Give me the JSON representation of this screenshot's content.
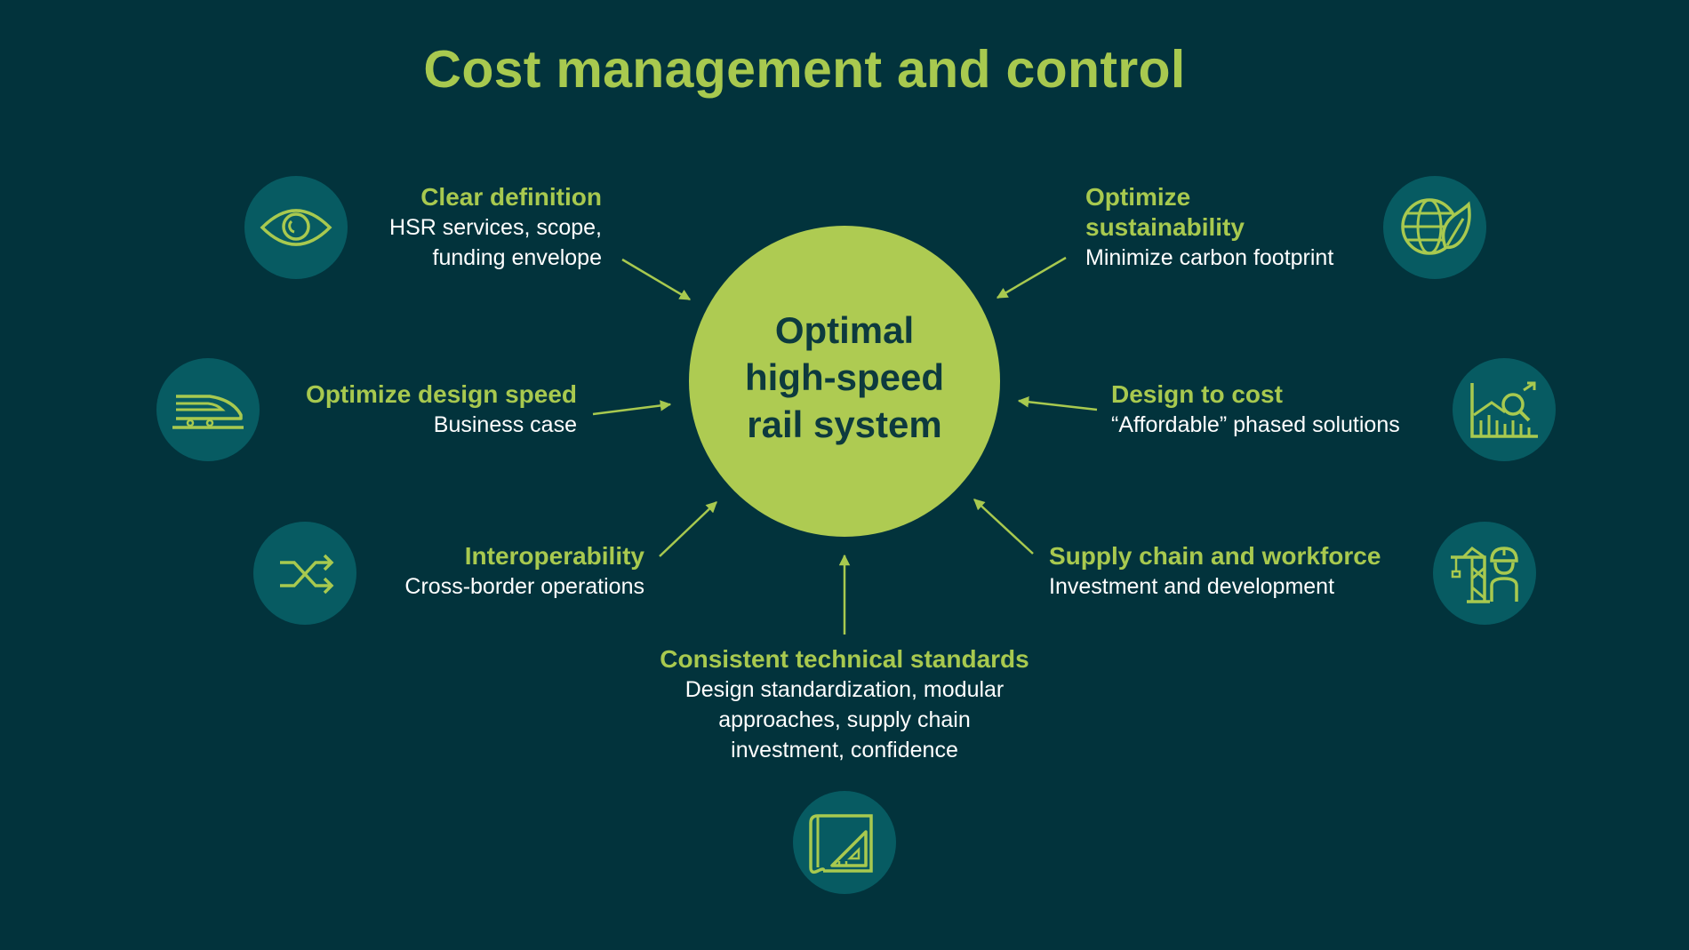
{
  "title": "Cost management and control",
  "center": {
    "lines": [
      "Optimal",
      "high-speed",
      "rail system"
    ]
  },
  "colors": {
    "background": "#02333c",
    "accent": "#a8c94f",
    "center_fill": "#aecb52",
    "icon_circle": "#075b62",
    "text": "#ffffff"
  },
  "items": {
    "clear_definition": {
      "heading": "Clear definition",
      "lines": [
        "HSR services, scope,",
        "funding envelope"
      ],
      "icon": "eye-icon"
    },
    "design_speed": {
      "heading": "Optimize design speed",
      "lines": [
        "Business case"
      ],
      "icon": "train-icon"
    },
    "interoperability": {
      "heading": "Interoperability",
      "lines": [
        "Cross-border operations"
      ],
      "icon": "shuffle-icon"
    },
    "technical_standards": {
      "heading": "Consistent technical standards",
      "lines": [
        "Design standardization, modular",
        "approaches, supply chain",
        "investment, confidence"
      ],
      "icon": "blueprint-icon"
    },
    "sustainability": {
      "heading_lines": [
        "Optimize",
        "sustainability"
      ],
      "lines": [
        "Minimize carbon footprint"
      ],
      "icon": "globe-leaf-icon"
    },
    "design_to_cost": {
      "heading": "Design to cost",
      "lines": [
        "“Affordable” phased solutions"
      ],
      "icon": "chart-magnifier-icon"
    },
    "supply_chain": {
      "heading": "Supply chain and workforce",
      "lines": [
        "Investment and development"
      ],
      "icon": "crane-worker-icon"
    }
  }
}
